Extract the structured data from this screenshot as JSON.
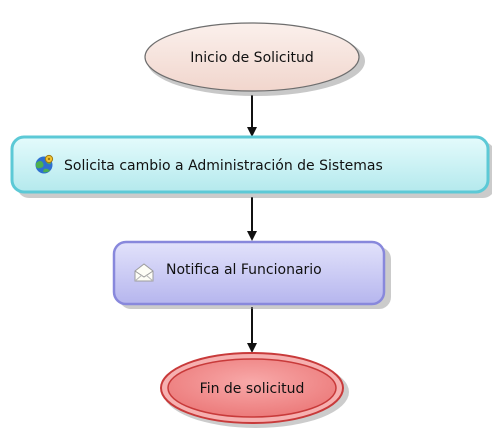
{
  "nodes": {
    "start": {
      "label": "Inicio de Solicitud",
      "kind": "start-event"
    },
    "step1": {
      "label": "Solicita cambio a Administración de Sistemas",
      "kind": "task",
      "icon": "globe-gear-icon"
    },
    "step2": {
      "label": "Notifica al Funcionario",
      "kind": "notification",
      "icon": "envelope-icon"
    },
    "end": {
      "label": "Fin de solicitud",
      "kind": "end-event"
    }
  },
  "edges": [
    {
      "from": "start",
      "to": "step1"
    },
    {
      "from": "step1",
      "to": "step2"
    },
    {
      "from": "step2",
      "to": "end"
    }
  ],
  "colors": {
    "start_fill": "#f7e4de",
    "task_fill": "#c9f0f2",
    "task_border": "#5cc9d6",
    "notify_fill": "#c9c9f4",
    "notify_border": "#8888dc",
    "end_fill": "#f48f8f",
    "end_border": "#c83a3a",
    "arrow": "#111111"
  }
}
